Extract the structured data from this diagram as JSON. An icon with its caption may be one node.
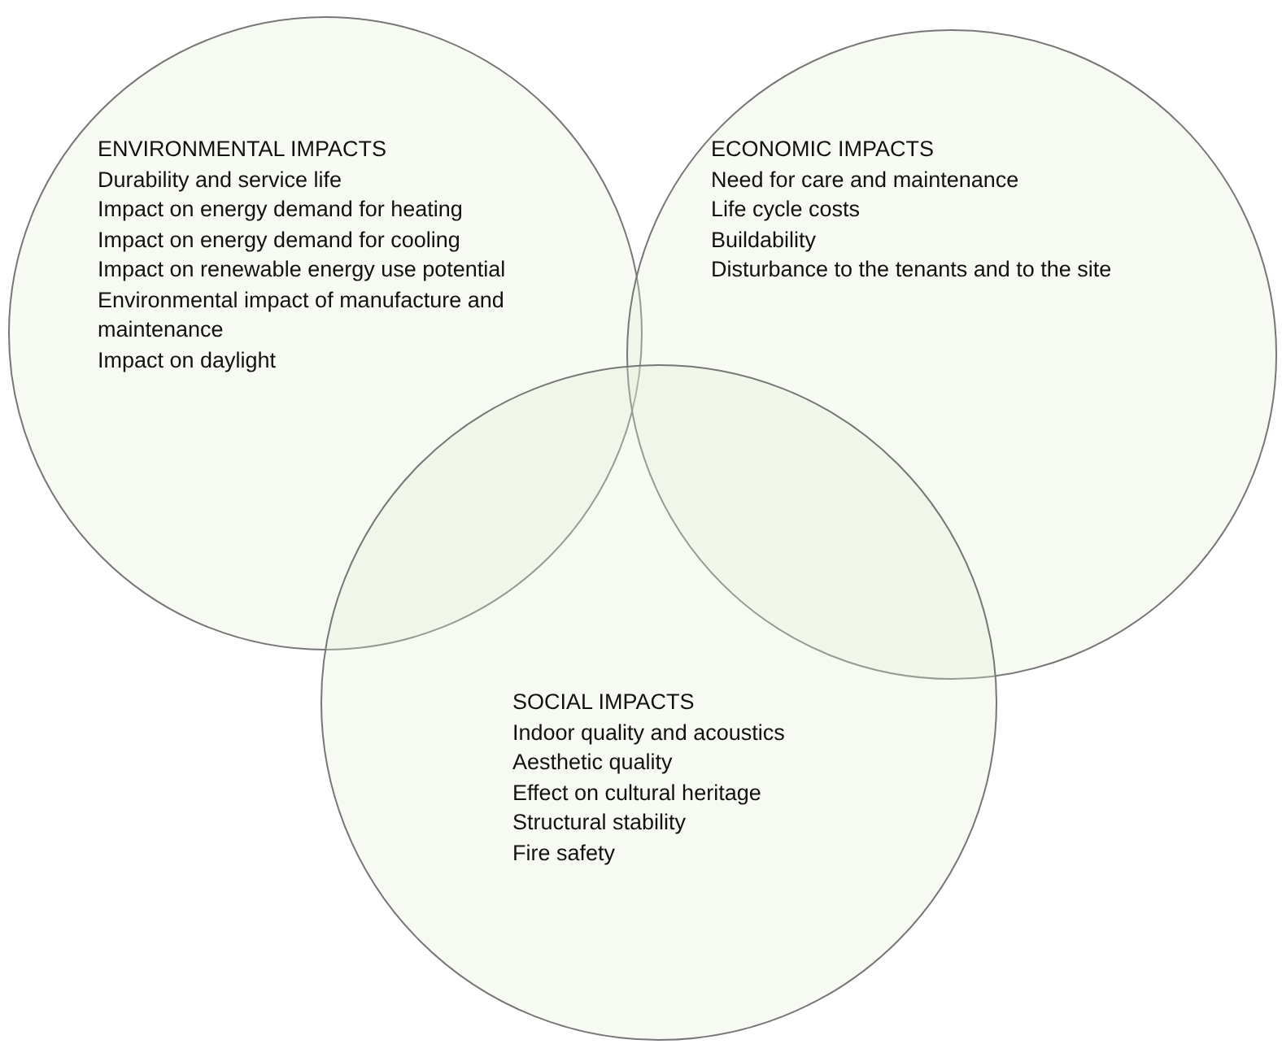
{
  "diagram": {
    "nodes": [
      {
        "text": [
          "ENVIRONMENTAL IMPACTS",
          "Durability and service life",
          "Impact on energy demand for heating",
          "Impact on energy demand for cooling",
          "Impact on renewable energy use potential",
          "Environmental impact of manufacture and maintenance",
          "Impact on daylight"
        ]
      },
      {
        "text": [
          "ECONOMIC IMPACTS",
          "Need for care and maintenance",
          "Life cycle costs",
          "Buildability",
          "Disturbance to the tenants and to the site"
        ]
      },
      {
        "text": [
          "SOCIAL IMPACTS",
          "Indoor quality and acoustics",
          "Aesthetic quality",
          "Effect on cultural heritage",
          "Structural stability",
          "Fire safety"
        ]
      }
    ],
    "edges": []
  }
}
